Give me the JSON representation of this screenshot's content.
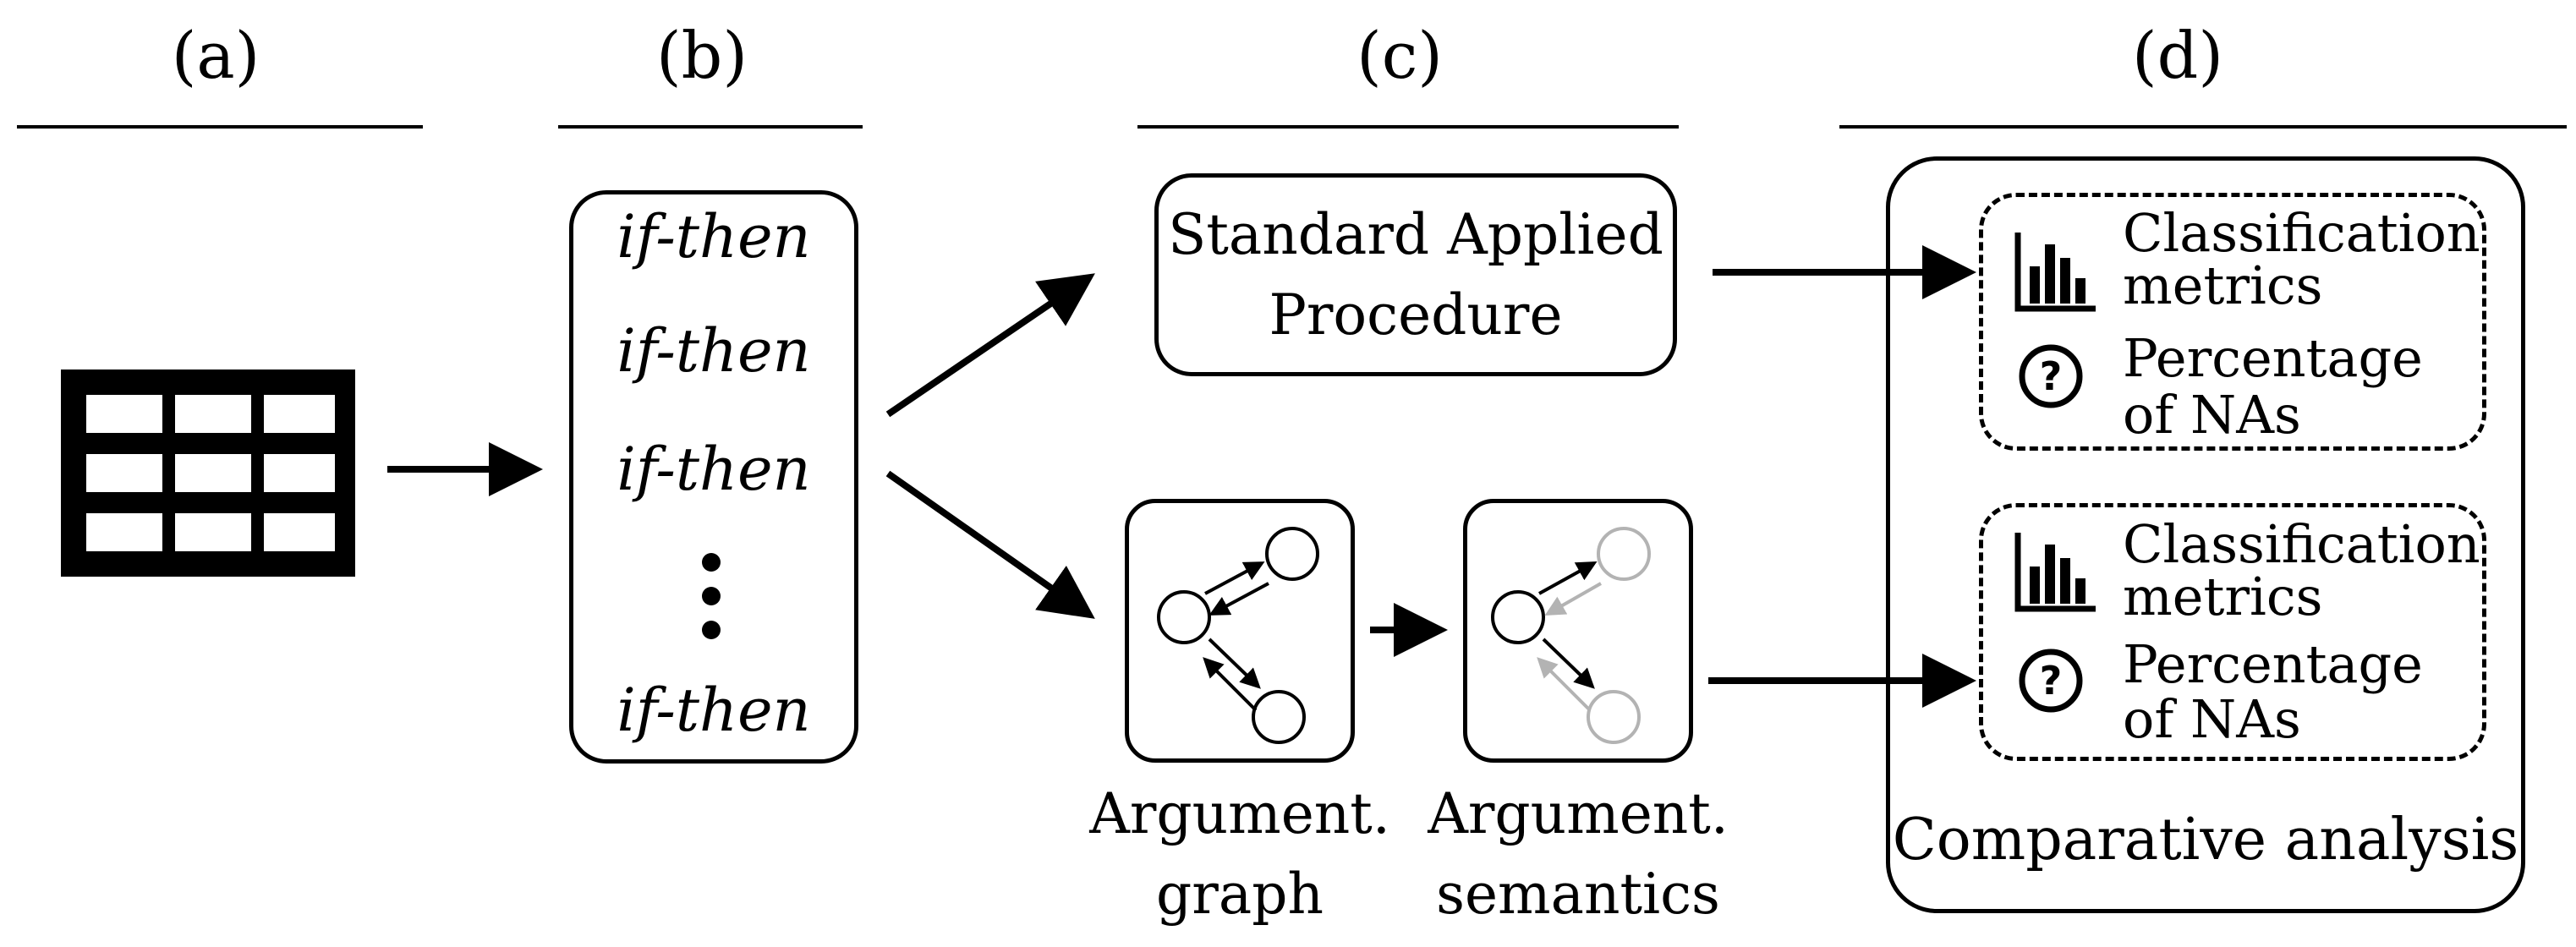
{
  "headers": {
    "a": "(a)",
    "b": "(b)",
    "c": "(c)",
    "d": "(d)"
  },
  "rules_column": {
    "if_then_1": "if-then",
    "if_then_2": "if-then",
    "if_then_3": "if-then",
    "if_then_4": "if-then"
  },
  "sap": {
    "line1": "Standard Applied",
    "line2": "Procedure"
  },
  "argument_graph": {
    "line1": "Argument.",
    "line2": "graph"
  },
  "argument_semantics": {
    "line1": "Argument.",
    "line2": "semantics"
  },
  "results_top": {
    "metrics_line1": "Classification",
    "metrics_line2": "metrics",
    "na_line1": "Percentage",
    "na_line2": "of NAs"
  },
  "results_bottom": {
    "metrics_line1": "Classification",
    "metrics_line2": "metrics",
    "na_line1": "Percentage",
    "na_line2": "of NAs"
  },
  "comparative": {
    "label": "Comparative analysis"
  },
  "icons": {
    "table": "table-grid-icon",
    "bar_chart": "bar-chart-icon",
    "question": "question-circle-icon"
  },
  "colors": {
    "ink": "#000000",
    "faded": "#b3b3b3"
  }
}
